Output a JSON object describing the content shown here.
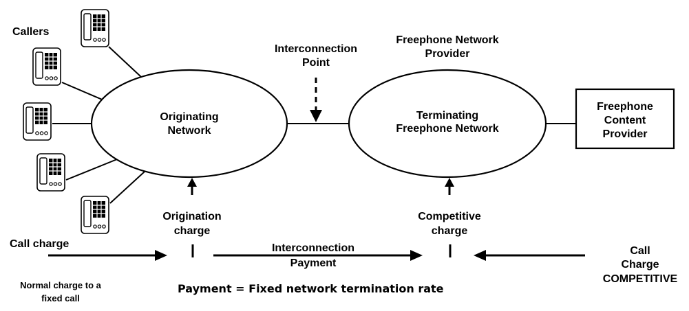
{
  "diagram": {
    "callers_label": "Callers",
    "originating_network": [
      "Originating",
      "Network"
    ],
    "interconnection_point": [
      "Interconnection",
      "Point"
    ],
    "freephone_network_provider": [
      "Freephone Network",
      "Provider"
    ],
    "terminating_network": [
      "Terminating",
      "Freephone Network"
    ],
    "content_provider": [
      "Freephone",
      "Content",
      "Provider"
    ],
    "origination_charge": [
      "Origination",
      "charge"
    ],
    "competitive_charge": [
      "Competitive",
      "charge"
    ],
    "call_charge": "Call charge",
    "interconnection_payment": [
      "Interconnection",
      "Payment"
    ],
    "call_charge_competitive": [
      "Call",
      "Charge",
      "COMPETITIVE"
    ],
    "normal_charge_note": [
      "Normal charge to a",
      "fixed call"
    ],
    "payment_note": "Payment = Fixed network termination rate"
  }
}
